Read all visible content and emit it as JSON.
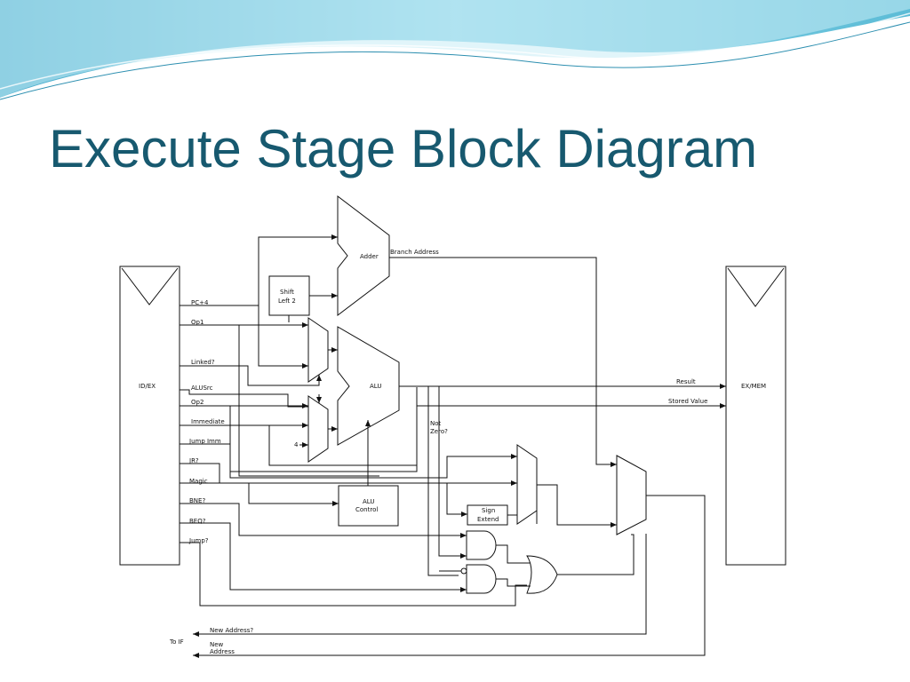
{
  "slide": {
    "title": "Execute Stage Block Diagram"
  },
  "colors": {
    "title": "#17596f",
    "wave_dark": "#3fb0cf",
    "wave_light": "#c8ecf5"
  },
  "diagram": {
    "registers": {
      "id_ex": "ID/EX",
      "ex_mem": "EX/MEM"
    },
    "blocks": {
      "adder": "Adder",
      "shift_line1": "Shift",
      "shift_line2": "Left 2",
      "alu": "ALU",
      "alu_control_line1": "ALU",
      "alu_control_line2": "Control",
      "sign_extend_line1": "Sign",
      "sign_extend_line2": "Extend"
    },
    "signals": {
      "pc4": "PC+4",
      "op1": "Op1",
      "linked": "Linked?",
      "alusrc": "ALUSrc",
      "op2": "Op2",
      "immediate": "Immediate",
      "jump_imm": "Jump Imm",
      "jr": "JR?",
      "magic": "Magic",
      "bne": "BNE?",
      "beq": "BEQ?",
      "jump": "Jump?",
      "branch_address": "Branch Address",
      "result": "Result",
      "stored_value": "Stored Value",
      "not_line1": "Not",
      "zero_line2": "Zero?",
      "const_4": "4",
      "to_if": "To IF",
      "new_address_q": "New Address?",
      "new_line1": "New",
      "address_line2": "Address"
    }
  }
}
